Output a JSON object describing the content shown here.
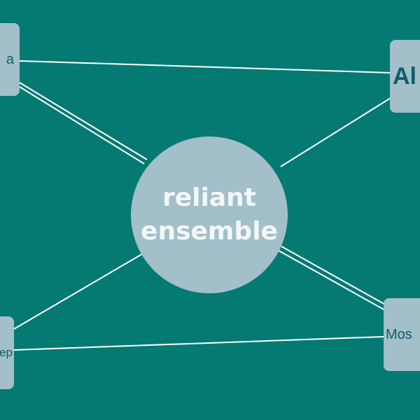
{
  "center": {
    "line1": "reliant",
    "line2": "ensemble"
  },
  "nodes": {
    "top_left": {
      "label": "a"
    },
    "top_right": {
      "label": "Al"
    },
    "bottom_left": {
      "label": "ep"
    },
    "bottom_right": {
      "label": "Mos"
    }
  },
  "colors": {
    "background": "#047a72",
    "node_fill": "#a2bfca",
    "node_text": "#0b5f6a",
    "center_text": "#f4f7f8",
    "edge": "#ffffff"
  }
}
